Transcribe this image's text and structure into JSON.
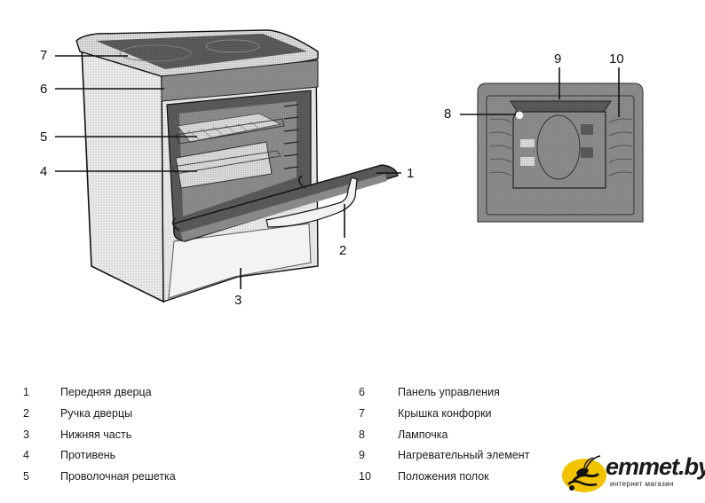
{
  "figure": {
    "callouts": {
      "front_view": [
        "7",
        "6",
        "5",
        "4",
        "1",
        "2",
        "3"
      ],
      "cavity_view": [
        "8",
        "9",
        "10"
      ]
    }
  },
  "legend": {
    "left": [
      {
        "num": "1",
        "label": "Передняя дверца"
      },
      {
        "num": "2",
        "label": "Ручка дверцы"
      },
      {
        "num": "3",
        "label": "Нижняя часть"
      },
      {
        "num": "4",
        "label": "Противень"
      },
      {
        "num": "5",
        "label": "Проволочная решетка"
      }
    ],
    "right": [
      {
        "num": "6",
        "label": "Панель управления"
      },
      {
        "num": "7",
        "label": "Крышка конфорки"
      },
      {
        "num": "8",
        "label": "Лампочка"
      },
      {
        "num": "9",
        "label": "Нагревательный элемент"
      },
      {
        "num": "10",
        "label": "Положения полок"
      }
    ]
  },
  "watermark": {
    "brand": "emmet.by",
    "tagline": "интернет магазин",
    "colors": {
      "circle": "#f2c400",
      "text": "#1a1a1a"
    }
  },
  "colors": {
    "line": "#111111",
    "panel_dark": "#6e6e6e",
    "body_light": "#e4e4e4",
    "cavity_bg": "#8a8a8a"
  }
}
